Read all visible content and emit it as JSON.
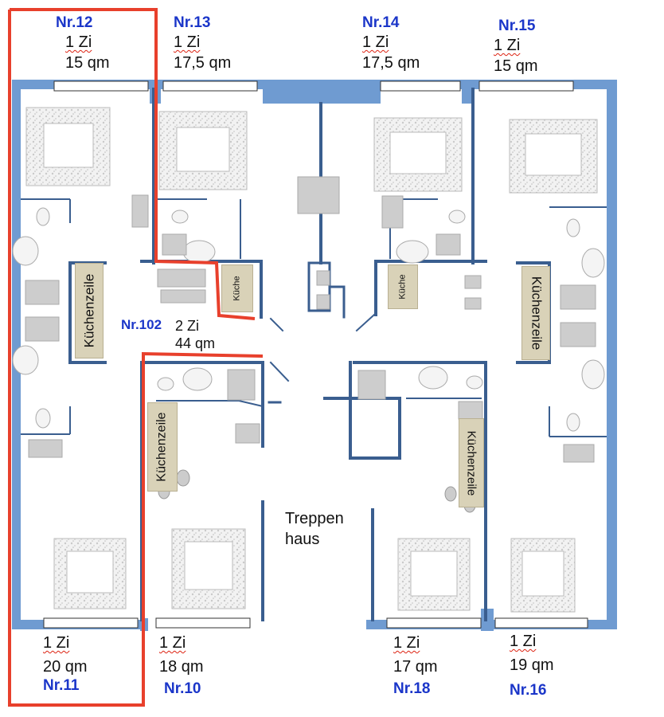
{
  "colors": {
    "wall": "#3a5e8f",
    "wall_light": "#6f9bd1",
    "highlight": "#e8402c",
    "label_blue": "#1b36c9",
    "kitchen": "#d9d2b8",
    "fixture": "#cdcdcd"
  },
  "apartments": [
    {
      "id": "nr12",
      "number": "Nr.12",
      "rooms": "1 Zi",
      "area": "15 qm"
    },
    {
      "id": "nr13",
      "number": "Nr.13",
      "rooms": "1 Zi",
      "area": "17,5 qm"
    },
    {
      "id": "nr14",
      "number": "Nr.14",
      "rooms": "1 Zi",
      "area": "17,5 qm"
    },
    {
      "id": "nr15",
      "number": "Nr.15",
      "rooms": "1 Zi",
      "area": "15 qm"
    },
    {
      "id": "nr102",
      "number": "Nr.102",
      "rooms": "2 Zi",
      "area": "44 qm"
    },
    {
      "id": "nr11",
      "number": "Nr.11",
      "rooms": "1 Zi",
      "area": "20 qm"
    },
    {
      "id": "nr10",
      "number": "Nr.10",
      "rooms": "1 Zi",
      "area": "18 qm"
    },
    {
      "id": "nr18",
      "number": "Nr.18",
      "rooms": "1 Zi",
      "area": "17 qm"
    },
    {
      "id": "nr16",
      "number": "Nr.16",
      "rooms": "1 Zi",
      "area": "19 qm"
    }
  ],
  "kitchens": {
    "kuechenzeile": "Küchenzeile",
    "kueche": "Küche"
  },
  "stairwell": {
    "line1": "Treppen",
    "line2": "haus"
  },
  "icons": [
    "bed-icon",
    "toilet-icon",
    "sink-icon",
    "shower-icon"
  ]
}
